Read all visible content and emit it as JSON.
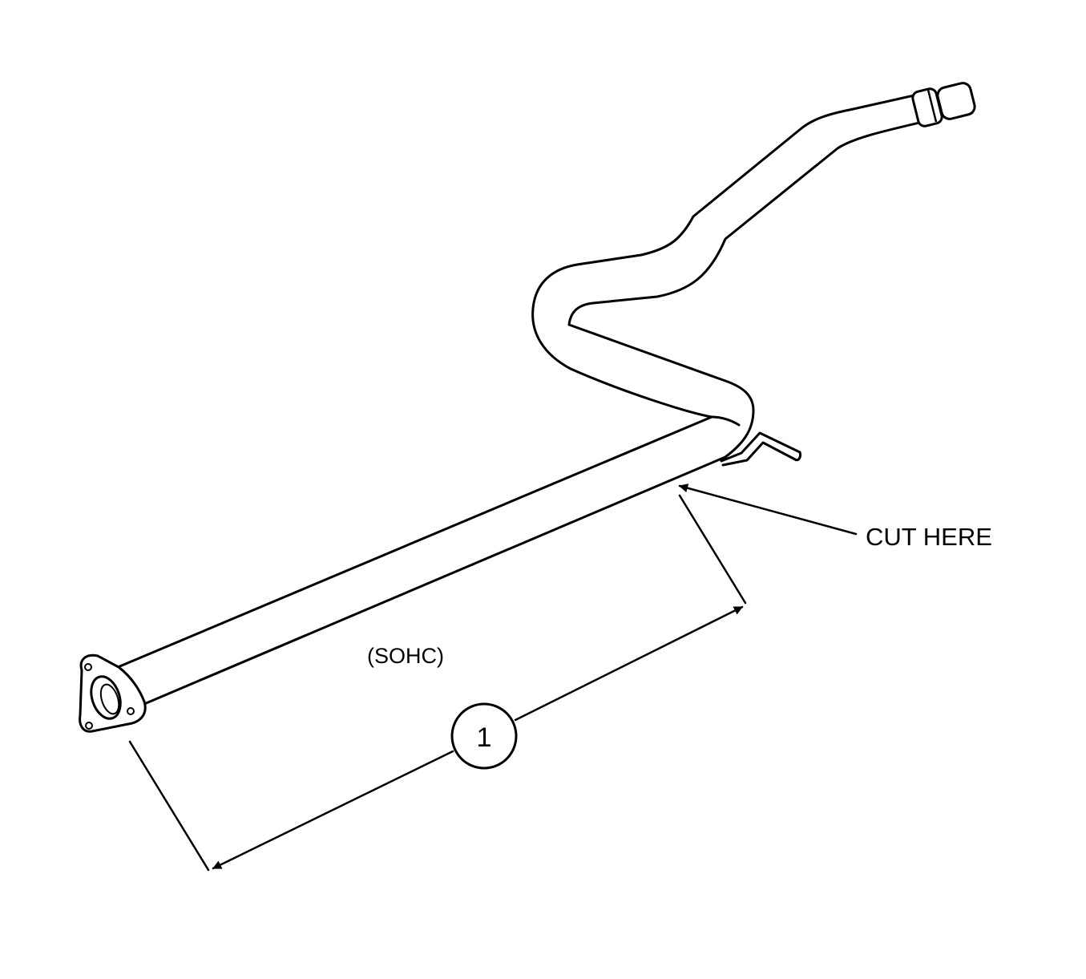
{
  "diagram": {
    "cut_label": "CUT HERE",
    "variant_label": "(SOHC)",
    "callout_number": "1",
    "colors": {
      "line": "#000000",
      "background": "#ffffff"
    }
  }
}
